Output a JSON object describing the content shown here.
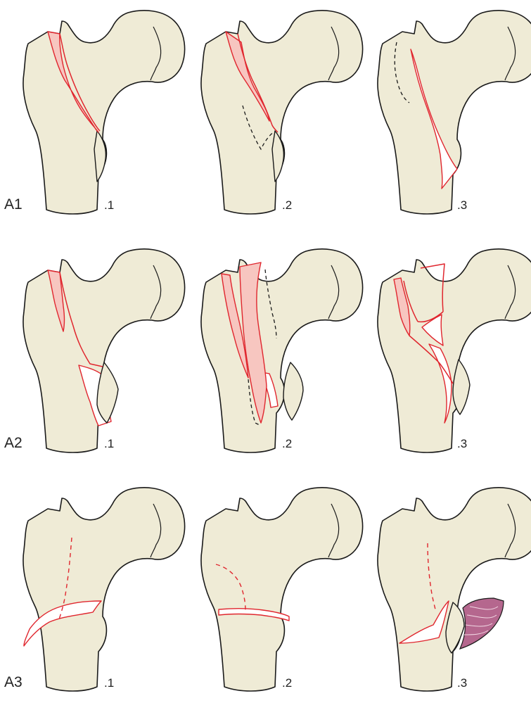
{
  "figure": {
    "row_labels": [
      "A1",
      "A2",
      "A3"
    ],
    "sub_labels": [
      ".1",
      ".2",
      ".3"
    ],
    "colors": {
      "bone_fill": "#efebd6",
      "outline": "#1a1a1a",
      "fracture_line": "#e0262e",
      "fragment_fill": "#f7c6c0",
      "muscle_fill": "#b5678e"
    }
  }
}
